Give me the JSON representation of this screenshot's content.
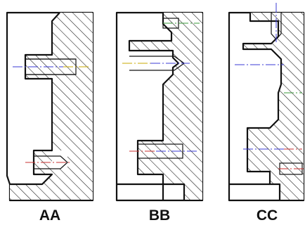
{
  "labels": {
    "aa": "AA",
    "bb": "BB",
    "cc": "CC"
  }
}
